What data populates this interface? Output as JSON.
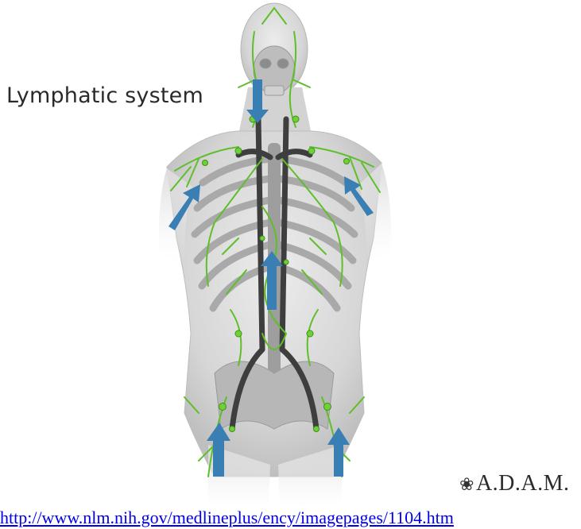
{
  "title": "Lymphatic system",
  "logo": {
    "text": "A.D.A.M.",
    "mark_icon": "adam-flower-icon"
  },
  "link": {
    "text": "http://www.nlm.nih.gov/medlineplus/ency/imagepages/1104.htm"
  },
  "colors": {
    "body": "#d9d9d9",
    "body_shadow": "#bdbdbd",
    "bone": "#c8c8c8",
    "vessel": "#3e3e3e",
    "lymph": "#5fbf2a",
    "arrow": "#3a7fb3",
    "link": "#0000ee"
  },
  "arrows": [
    {
      "name": "head-flow-arrow",
      "direction": "down"
    },
    {
      "name": "left-arm-flow-arrow",
      "direction": "up-right"
    },
    {
      "name": "right-arm-flow-arrow",
      "direction": "up-left"
    },
    {
      "name": "chest-flow-arrow",
      "direction": "up"
    },
    {
      "name": "left-leg-flow-arrow",
      "direction": "up"
    },
    {
      "name": "right-leg-flow-arrow",
      "direction": "up"
    }
  ]
}
